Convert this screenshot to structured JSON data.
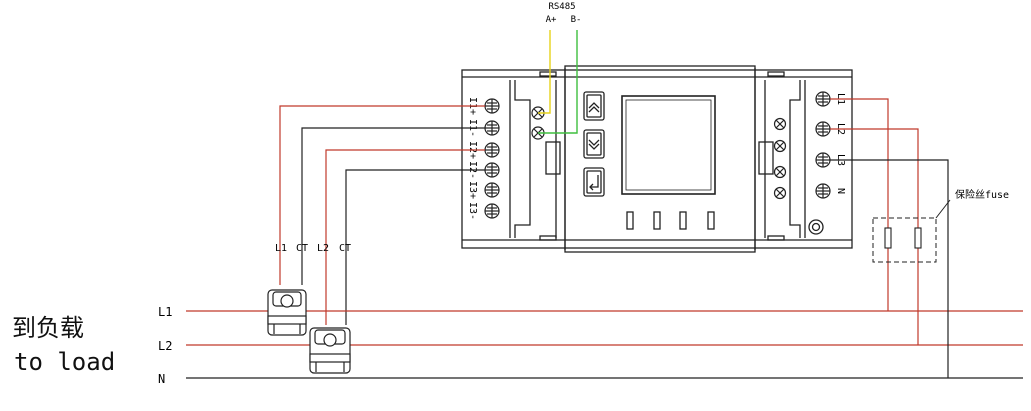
{
  "rs485": {
    "title": "RS485",
    "a": "A+",
    "b": "B-"
  },
  "left_terminals": [
    "I1+",
    "I1-",
    "I2+",
    "I2-",
    "I3+",
    "I3-"
  ],
  "right_terminals": [
    "L1",
    "L2",
    "L3",
    "N"
  ],
  "fuse_label": "保险丝fuse",
  "ct_labels": [
    "L1",
    "CT",
    "L2",
    "CT"
  ],
  "lines": [
    "L1",
    "L2",
    "N"
  ],
  "load_label_cn": "到负载",
  "load_label_en": "to load",
  "colors": {
    "red": "#c0392b",
    "yellow": "#e6d21a",
    "green": "#3fbf3f",
    "dark": "#222222"
  }
}
